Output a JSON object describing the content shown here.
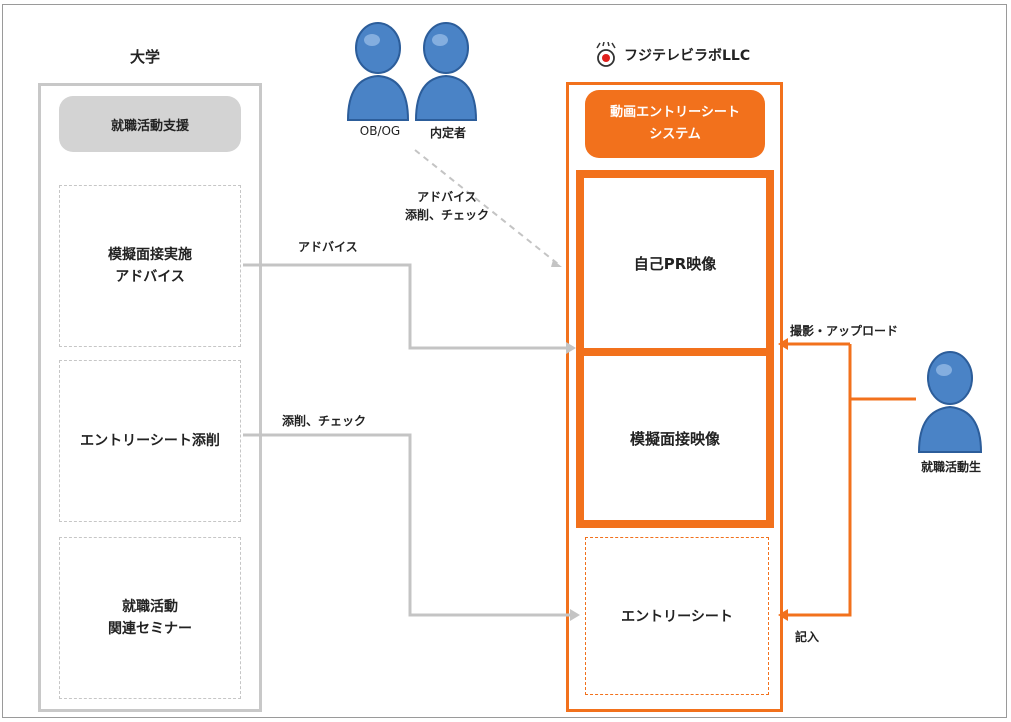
{
  "university": {
    "title": "大学",
    "support_label": "就職活動支援",
    "items": [
      {
        "label": "模擬面接実施\nアドバイス"
      },
      {
        "label": "エントリーシート添削"
      },
      {
        "label": "就職活動\n関連セミナー"
      }
    ]
  },
  "company": {
    "logo_text": "フジテレビラボLLC"
  },
  "system": {
    "title": "動画エントリーシート\nシステム",
    "pr_video": "自己PR映像",
    "interview_video": "模擬面接映像",
    "entry_sheet": "エントリーシート"
  },
  "people": {
    "ob_og": "OB/OG",
    "naiteisha": "内定者",
    "student": "就職活動生"
  },
  "arrows": {
    "ob_advice": "アドバイス\n添削、チェック",
    "advice": "アドバイス",
    "correction": "添削、チェック",
    "shoot_upload": "撮影・アップロード",
    "fill_in": "記入"
  },
  "colors": {
    "accent": "#f2711c",
    "gray_line": "#c4c4c4",
    "person_blue": "#4a83c6"
  }
}
